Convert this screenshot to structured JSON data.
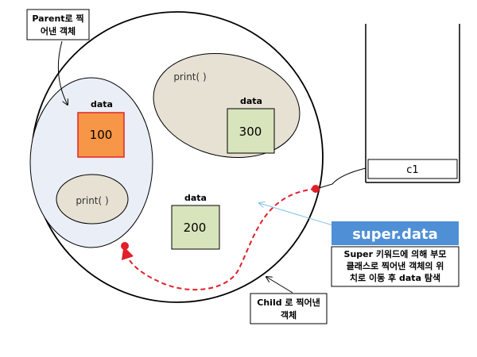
{
  "callouts": {
    "parent_line1": "Parent로 찍",
    "parent_line2": "어낸 객체",
    "child_line1": "Child 로 찍어낸",
    "child_line2": "객체",
    "super_title": "super.data",
    "super_desc_line1": "Super 키워드에 의해 부모",
    "super_desc_line2": "클래스로 찍어낸 객체의 위",
    "super_desc_line3": "치로 이동 후 data 탐색"
  },
  "parent_object": {
    "data_label": "data",
    "data_value": "100",
    "method_label": "print( )"
  },
  "child_object": {
    "method_label": "print( )",
    "data_label_a": "data",
    "data_value_a": "300",
    "data_label_b": "data",
    "data_value_b": "200"
  },
  "stack": {
    "variable": "c1"
  },
  "colors": {
    "parent_fill": "#e9eef7",
    "method_fill": "#e6e1d3",
    "box_green": "#d8e4bc",
    "box_orange": "#f79646",
    "box_orange_border": "#e0262a",
    "super_banner": "#4f8fd6",
    "red_path": "#e0202a",
    "arrow_blue": "#7fc3ea"
  }
}
